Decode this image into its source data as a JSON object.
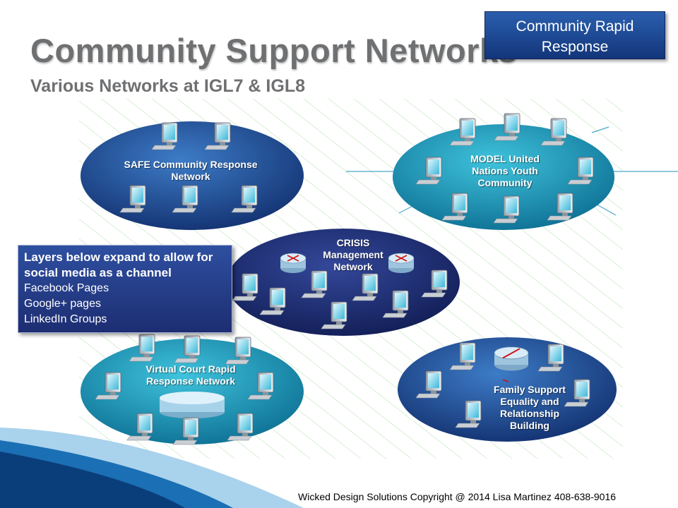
{
  "title": "Community Support Networks",
  "subtitle": "Various Networks at IGL7 & IGL8",
  "rapid_box": {
    "line1": "Community Rapid",
    "line2": "Response"
  },
  "social_box": {
    "heading_line1": "Layers below expand to allow for",
    "heading_line2": "social media as a channel",
    "items": [
      "Facebook Pages",
      "Google+ pages",
      "LinkedIn Groups"
    ]
  },
  "networks": [
    {
      "label_lines": [
        "SAFE Community Response",
        "Network"
      ],
      "color": "#1f4fa0"
    },
    {
      "label_lines": [
        "MODEL United",
        "Nations Youth",
        "Community"
      ],
      "color": "#1a96b8"
    },
    {
      "label_lines": [
        "CRISIS",
        "Management",
        "Network"
      ],
      "color": "#1c2a6e"
    },
    {
      "label_lines": [
        "Virtual Court Rapid",
        "Response Network"
      ],
      "color": "#1a8fb0"
    },
    {
      "label_lines": [
        "Family Support",
        "Equality and",
        "Relationship",
        "Building"
      ],
      "color": "#1b4d9c"
    }
  ],
  "footer": "Wicked Design Solutions Copyright @ 2014 Lisa Martinez 408-638-9016"
}
